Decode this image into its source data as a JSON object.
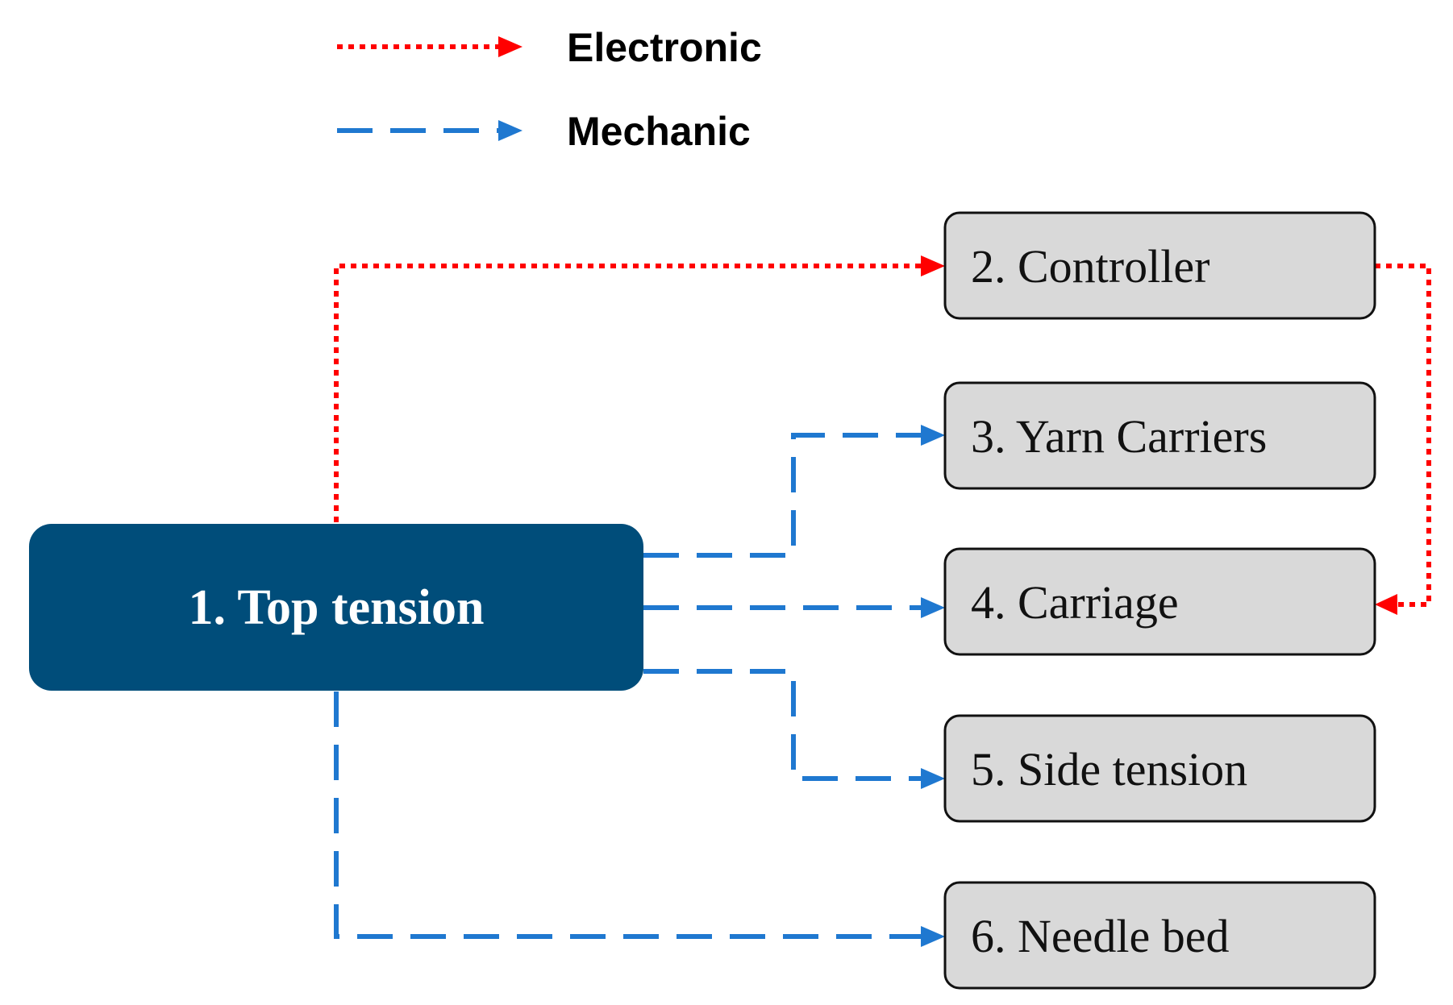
{
  "colors": {
    "electronic": "#ff0000",
    "mechanic": "#1f78d0",
    "main_node": "#004d7a",
    "node_fill": "#d9d9d9"
  },
  "legend": {
    "electronic_label": "Electronic",
    "mechanic_label": "Mechanic"
  },
  "nodes": {
    "top_tension": "1. Top tension",
    "controller": "2. Controller",
    "yarn_carriers": "3. Yarn Carriers",
    "carriage": "4. Carriage",
    "side_tension": "5. Side tension",
    "needle_bed": "6. Needle bed"
  },
  "edges": [
    {
      "from": "top_tension",
      "to": "controller",
      "type": "electronic"
    },
    {
      "from": "controller",
      "to": "carriage",
      "type": "electronic"
    },
    {
      "from": "top_tension",
      "to": "yarn_carriers",
      "type": "mechanic"
    },
    {
      "from": "top_tension",
      "to": "carriage",
      "type": "mechanic"
    },
    {
      "from": "top_tension",
      "to": "side_tension",
      "type": "mechanic"
    },
    {
      "from": "top_tension",
      "to": "needle_bed",
      "type": "mechanic"
    }
  ]
}
